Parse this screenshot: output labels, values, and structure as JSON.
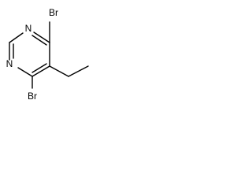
{
  "molecule": {
    "atoms": {
      "n_top": "N",
      "n_bottom": "N",
      "br_top": "Br",
      "br_bottom": "Br"
    }
  }
}
